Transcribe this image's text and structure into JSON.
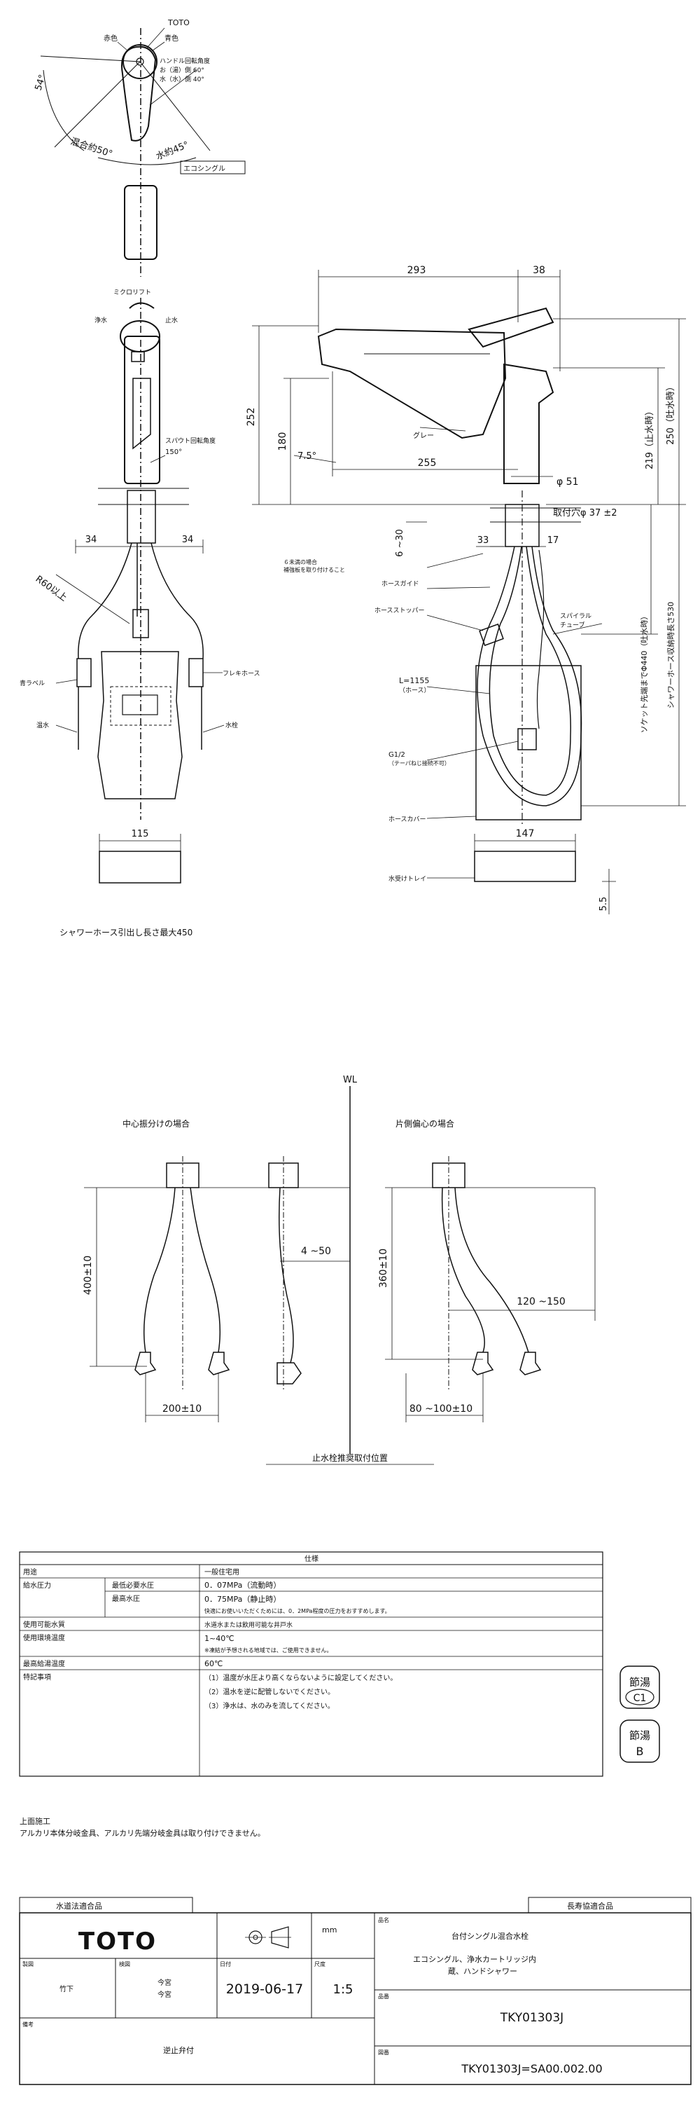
{
  "top_view": {
    "brand": "TOTO",
    "red": "赤色",
    "blue": "青色",
    "handle_angle_title": "ハンドル回転角度",
    "handle_hot": "お（湯）側 60°",
    "handle_water": "水（水）側 40°",
    "angle_54": "54°",
    "angle_mix": "混合約50°",
    "angle_water": "水約45°",
    "eco": "エコシングル"
  },
  "front_view": {
    "micro_lift": "ミクロリフト",
    "water_label": "浄水",
    "stop_label": "止水",
    "spout_angle_title": "スパウト回転角度",
    "spout_angle": "150°",
    "dim_34_left": "34",
    "dim_34_right": "34",
    "r60": "R60以上",
    "blue_label": "青ラベル",
    "flexi_hose": "フレキホース",
    "hot_water": "温水",
    "cold_water": "水栓",
    "dim_115": "115",
    "shower_max": "シャワーホース引出し長さ最大450"
  },
  "side_view": {
    "dim_293": "293",
    "dim_38": "38",
    "dim_252": "252",
    "dim_180": "180",
    "dim_75": "7.5°",
    "gray": "グレー",
    "dim_255": "255",
    "dim_219": "219（止水時）",
    "dim_250": "250（吐水時）",
    "dim_phi51": "φ 51",
    "mount_hole": "取付穴φ 37 ±2",
    "dim_6_30": "6 ~30",
    "dim_33": "33",
    "dim_17": "17",
    "note_6": "６未満の場合",
    "note_6b": "補強板を取り付けること",
    "hose_guide": "ホースガイド",
    "hose_stopper": "ホースストッパー",
    "spiral_tube_1": "スパイラル",
    "spiral_tube_2": "チューブ",
    "socket_note": "ソケット先端までΦ440（吐水時）",
    "shower_note": "シャワーホース収納時長さ530",
    "hose_length_1": "L=1155",
    "hose_length_2": "（ホース）",
    "g12": "G1/2",
    "g12_sub": "（テーパねじ接続不可）",
    "hose_cover": "ホースカバー",
    "dim_147": "147",
    "tray": "水受けトレイ",
    "dim_55": "5.5"
  },
  "valve_section": {
    "wl": "WL",
    "center_title": "中心振分けの場合",
    "offset_title": "片側偏心の場合",
    "dim_400": "400±10",
    "dim_4_50": "4 ~50",
    "dim_200": "200±10",
    "dim_360": "360±10",
    "dim_120_150": "120 ~150",
    "dim_80_100": "80 ~100±10",
    "caption": "止水栓推奨取付位置"
  },
  "spec_table": {
    "title": "仕様",
    "rows": [
      {
        "c1": "用途",
        "c2": "",
        "c3": [
          "一般住宅用"
        ]
      },
      {
        "c1": "給水圧力",
        "c2": "最低必要水圧",
        "c3": [
          "0．07MPa（流動時）"
        ]
      },
      {
        "c1": "",
        "c2": "最高水圧",
        "c3": [
          "0．75MPa（静止時）",
          "快適にお使いいただくためには、0．2MPa程度の圧力をおすすめします。"
        ]
      },
      {
        "c1": "使用可能水質",
        "c2": "",
        "c3": [
          "水道水または飲用可能な井戸水"
        ]
      },
      {
        "c1": "使用環境温度",
        "c2": "",
        "c3": [
          "1~40℃",
          "※凍結が予想される地域では、ご使用できません。"
        ]
      },
      {
        "c1": "最高給湯温度",
        "c2": "",
        "c3": [
          "60℃"
        ]
      },
      {
        "c1": "特記事項",
        "c2": "",
        "c3": [
          "（1）温度が水圧より高くならないように設定してください。",
          "（2）温水を逆に配管しないでください。",
          "（3）浄水は、水のみを流してください。"
        ]
      }
    ]
  },
  "badges": [
    {
      "line1": "節湯",
      "line2": "C1"
    },
    {
      "line1": "節湯",
      "line2": "B"
    }
  ],
  "notes": {
    "title": "上面施工",
    "body": "アルカリ本体分岐金具、アルカリ先端分岐金具は取り付けできません。"
  },
  "title_block": {
    "left_tag": "水道法適合品",
    "right_tag": "長寿協適合品",
    "brand": "TOTO",
    "unit": "mm",
    "name_label": "品名",
    "name_line1": "台付シングル混合水栓",
    "name_line2": "エコシングル、浄水カートリッジ内",
    "name_line3": "蔵、ハンドシャワー",
    "drawer_label": "製図",
    "drawer": "竹下",
    "check_label": "検図",
    "checker1": "今宮",
    "checker2": "今宮",
    "date_label": "日付",
    "date": "2019-06-17",
    "scale_label": "尺度",
    "scale": "1:5",
    "model_label": "品番",
    "model": "TKY01303J",
    "note_label": "備考",
    "note": "逆止弁付",
    "drawing_label": "図番",
    "drawing_no": "TKY01303J=SA00.002.00"
  }
}
